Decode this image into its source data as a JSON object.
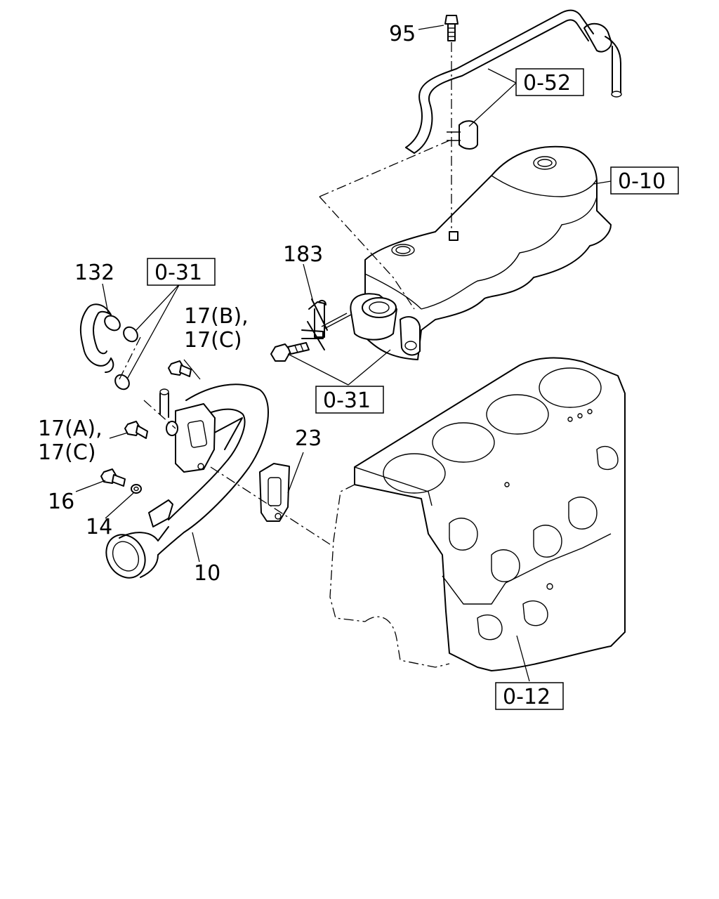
{
  "part_labels": {
    "p95": "95",
    "p132": "132",
    "p183": "183",
    "p17b": "17(B),",
    "p17c_top": "17(C)",
    "p17a": "17(A),",
    "p17c_bottom": "17(C)",
    "p23": "23",
    "p16": "16",
    "p14": "14",
    "p10": "10"
  },
  "reference_boxes": {
    "r052": "0-52",
    "r010": "0-10",
    "r031_left": "0-31",
    "r031_bottom": "0-31",
    "r012": "0-12"
  }
}
